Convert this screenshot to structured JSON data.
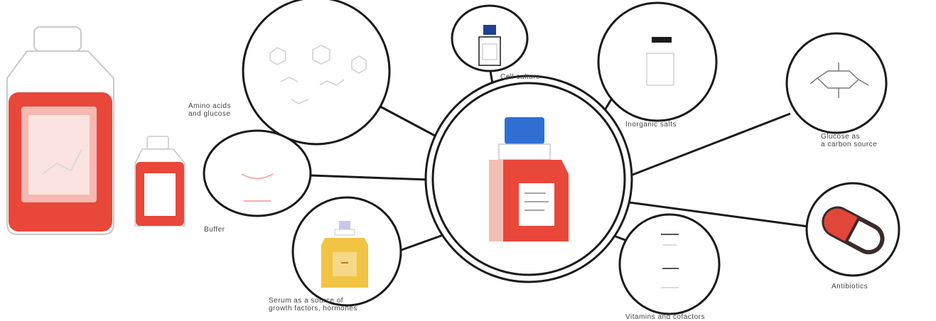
{
  "colors": {
    "line": "#1a1a1a",
    "bottle_red": "#e8473a",
    "bottle_red_light": "#f6b8b0",
    "cap_blue": "#2f6fd3",
    "cap_navy": "#1f3f8f",
    "serum_yellow": "#f1c443",
    "capsule_red": "#e0473a"
  },
  "labels": {
    "amino_acids": [
      "Amino acids",
      "and glucose"
    ],
    "buffer": "Buffer",
    "serum": [
      "Serum as a source of",
      "growth factors, hormones"
    ],
    "small_bottle": "Cell culture",
    "inorganic_salts": "Inorganic salts",
    "glucose_source": [
      "Glucose as",
      "a carbon source"
    ],
    "antibiotics": "Antibiotics",
    "vitamins": "Vitamins and cofactors"
  },
  "icons": {
    "large_bottle": "medium-bottle-icon",
    "small_bottle": "small-bottle-icon",
    "center_flask": "culture-flask-icon",
    "molecules": "molecule-structures-icon",
    "buffer": "buffer-dish-icon",
    "serum": "serum-bottle-icon",
    "vial": "vial-icon",
    "salts": "salt-jar-icon",
    "glucose": "glucose-molecule-icon",
    "capsule": "antibiotic-capsule-icon",
    "vitamins": "vitamin-lines-icon"
  }
}
